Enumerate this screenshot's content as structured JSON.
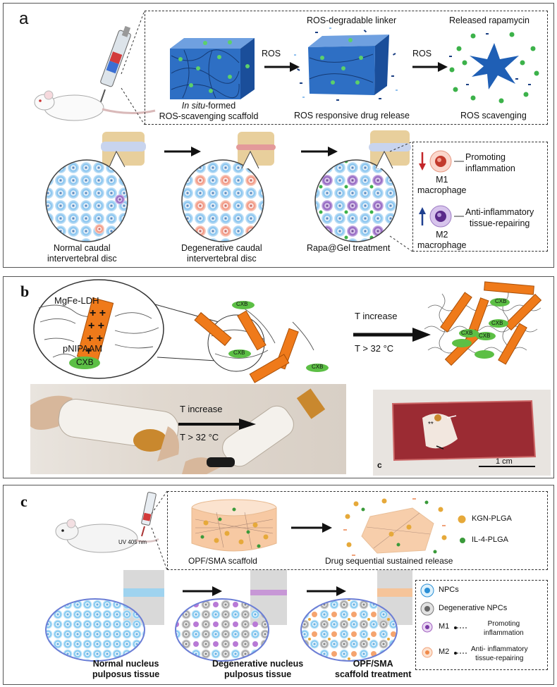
{
  "panel_a": {
    "label": "a",
    "scaffold_caption_italic": "In situ",
    "scaffold_caption_rest": "-formed",
    "scaffold_caption_line2": "ROS-scavenging scaffold",
    "arrow1_label": "ROS",
    "linker_label": "ROS-degradable linker",
    "release_caption": "ROS responsive drug release",
    "arrow2_label": "ROS",
    "rapamycin_label": "Released rapamycin",
    "scavenging_caption": "ROS scavenging",
    "disc1_caption_l1": "Normal caudal",
    "disc1_caption_l2": "intervertebral disc",
    "disc2_caption_l1": "Degenerative caudal",
    "disc2_caption_l2": "intervertebral disc",
    "disc3_caption": "Rapa@Gel treatment",
    "legend": {
      "m1_label_l1": "M1",
      "m1_label_l2": "macrophage",
      "m1_effect_l1": "Promoting",
      "m1_effect_l2": "inflammation",
      "m2_label_l1": "M2",
      "m2_label_l2": "macrophage",
      "m2_effect_l1": "Anti-inflammatory",
      "m2_effect_l2": "tissue-repairing"
    }
  },
  "panel_b": {
    "label": "b",
    "ldh_label": "MgFe-LDH",
    "polymer_label": "pNIPAAM",
    "drug_label": "CXB",
    "arrow_label_l1": "T increase",
    "arrow_label_l2": "T > 32 °C",
    "photo_arrow_l1": "T increase",
    "photo_arrow_l2": "T > 32 °C",
    "inset_label": "c",
    "scale_bar": "1 cm",
    "inset_marks": "**"
  },
  "panel_c": {
    "label": "c",
    "uv_label": "UV 405 nm",
    "scaffold_caption": "OPF/SMA scaffold",
    "release_caption": "Drug sequential sustained release",
    "kgn_label": "KGN-PLGA",
    "il4_label": "IL-4-PLGA",
    "tissue1_l1": "Normal nucleus",
    "tissue1_l2": "pulposus tissue",
    "tissue2_l1": "Degenerative nucleus",
    "tissue2_l2": "pulposus tissue",
    "tissue3_l1": "OPF/SMA",
    "tissue3_l2": "scaffold treatment",
    "legend": {
      "npc": "NPCs",
      "deg_npc": "Degenerative  NPCs",
      "m1": "M1",
      "m1_effect_l1": "Promoting",
      "m1_effect_l2": "inflammation",
      "m2": "M2",
      "m2_effect_l1": "Anti- inflammatory",
      "m2_effect_l2": "tissue-repairing"
    }
  },
  "colors": {
    "scaffold_blue": "#2e6fc4",
    "cell_blue": "#5aa9e0",
    "m1_red": "#e0785a",
    "m2_purple": "#7a4aa6",
    "ldh_orange": "#ef7a1a",
    "cxb_green": "#5cbf45",
    "kgn_gold": "#e6a93a",
    "il4_green": "#3a9a3a"
  }
}
